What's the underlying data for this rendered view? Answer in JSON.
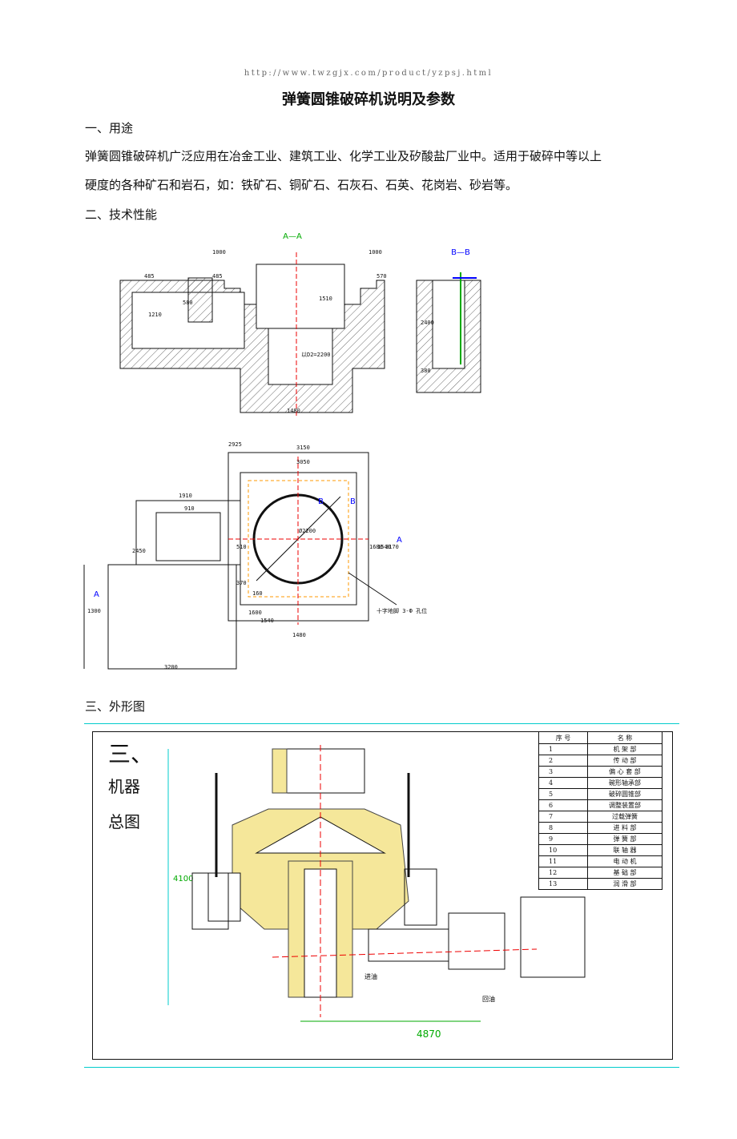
{
  "header": {
    "url": "http://www.twzgjx.com/product/yzpsj.html",
    "title": "弹簧圆锥破碎机说明及参数"
  },
  "sections": {
    "s1_heading": "一、用途",
    "s1_line1": "弹簧圆锥破碎机广泛应用在冶金工业、建筑工业、化学工业及矽酸盐厂业中。适用于破碎中等以上",
    "s1_line2": "硬度的各种矿石和岩石，如：铁矿石、铜矿石、石灰石、石英、花岗岩、砂岩等。",
    "s2_heading": "二、技术性能",
    "s3_heading": "三、外形图"
  },
  "drawing1": {
    "section_aa": "A—A",
    "section_bb": "B—B",
    "dims": [
      "1000",
      "1000",
      "485",
      "485",
      "570",
      "1210",
      "580",
      "1510",
      "以D2=2200",
      "1480",
      "2400",
      "380"
    ]
  },
  "drawing2": {
    "dims": [
      "2925",
      "3150",
      "3050",
      "1910",
      "910",
      "2450",
      "510",
      "370",
      "1680",
      "1540",
      "3170",
      "1600",
      "160",
      "1540",
      "1480",
      "3200",
      "1300",
      "Ø2200"
    ],
    "labels": [
      "A",
      "A",
      "B",
      "B"
    ],
    "note": "十字地脚 3-Ф 孔位"
  },
  "drawing3": {
    "label_line1": "三、",
    "label_line2": "机器",
    "label_line3": "总图",
    "bottom_dim": "4870",
    "side_dim": "4100",
    "oil_in": "进油",
    "oil_out": "回油",
    "table_headers": [
      "序 号",
      "名 称"
    ],
    "parts": [
      {
        "no": "1",
        "name": "机 架 部"
      },
      {
        "no": "2",
        "name": "传 动 部"
      },
      {
        "no": "3",
        "name": "偏 心 套 部"
      },
      {
        "no": "4",
        "name": "碗形轴承部"
      },
      {
        "no": "5",
        "name": "破碎圆锥部"
      },
      {
        "no": "6",
        "name": "调整装置部"
      },
      {
        "no": "7",
        "name": "过载弹簧"
      },
      {
        "no": "8",
        "name": "进 料 部"
      },
      {
        "no": "9",
        "name": "弹 簧 部"
      },
      {
        "no": "10",
        "name": "联 轴 器"
      },
      {
        "no": "11",
        "name": "电 动 机"
      },
      {
        "no": "12",
        "name": "基 础 部"
      },
      {
        "no": "13",
        "name": "润 滑 部"
      }
    ]
  }
}
